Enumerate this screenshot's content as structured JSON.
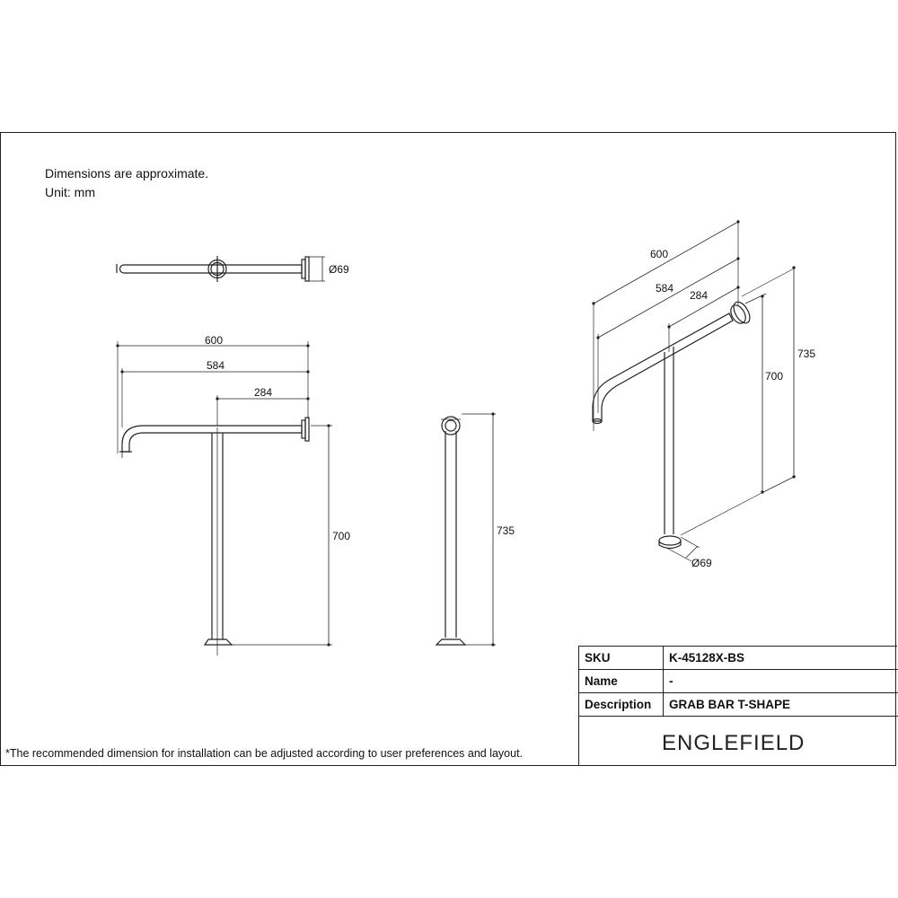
{
  "notes": {
    "line1": "Dimensions are approximate.",
    "line2": "Unit: mm"
  },
  "footnote": "*The recommended dimension for installation can be adjusted according to user preferences and layout.",
  "front_view": {
    "dim_overall_width": "600",
    "dim_width_584": "584",
    "dim_width_284": "284",
    "dim_height": "700"
  },
  "top_view": {
    "dim_flange_dia": "Ø69"
  },
  "side_view": {
    "dim_height": "735"
  },
  "iso_view": {
    "dim_overall_width": "600",
    "dim_width_584": "584",
    "dim_width_284": "284",
    "dim_height_700": "700",
    "dim_height_735": "735",
    "dim_flange_dia": "Ø69"
  },
  "title_block": {
    "sku_label": "SKU",
    "sku_value": "K-45128X-BS",
    "name_label": "Name",
    "name_value": "-",
    "description_label": "Description",
    "description_value": "GRAB BAR T-SHAPE",
    "brand": "ENGLEFIELD"
  }
}
